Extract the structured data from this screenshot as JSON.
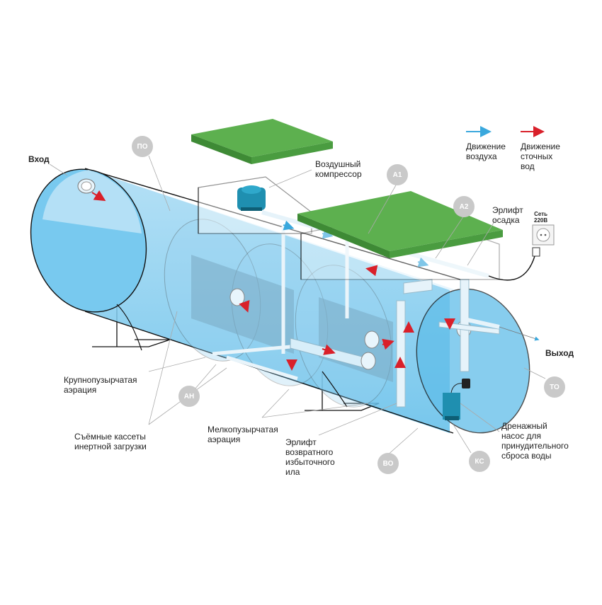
{
  "labels": {
    "inlet": "Вход",
    "outlet": "Выход",
    "compressor": "Воздушный\nкомпрессор",
    "airlift_settler": "Эрлифт\nосадка",
    "legend_air": "Движение\nвоздуха",
    "legend_water": "Движение\nсточных\nвод",
    "mains": "Сеть\n220В",
    "coarse_aeration": "Крупнопузырчатая\nаэрация",
    "removable_cassettes": "Съёмные кассеты\nинертной загрузки",
    "fine_aeration": "Мелкопузырчатая\nаэрация",
    "return_airlift": "Эрлифт\nвозвратного\nизбыточного\nила",
    "drain_pump": "Дренажный\nнасос для\nпринудительного\nсброса воды"
  },
  "badges": {
    "po": "ПО",
    "a1": "А1",
    "a2": "А2",
    "an": "АН",
    "vo": "ВО",
    "ks": "КС",
    "to": "ТО"
  },
  "colors": {
    "water": "#6ec5ee",
    "water_light": "#bfe4f7",
    "lid_green": "#5db04f",
    "lid_green_dark": "#3e8a35",
    "air_arrow": "#3aa8dd",
    "water_arrow": "#d9202a",
    "badge": "#c9c9c9",
    "equipment": "#1f8fb0"
  }
}
